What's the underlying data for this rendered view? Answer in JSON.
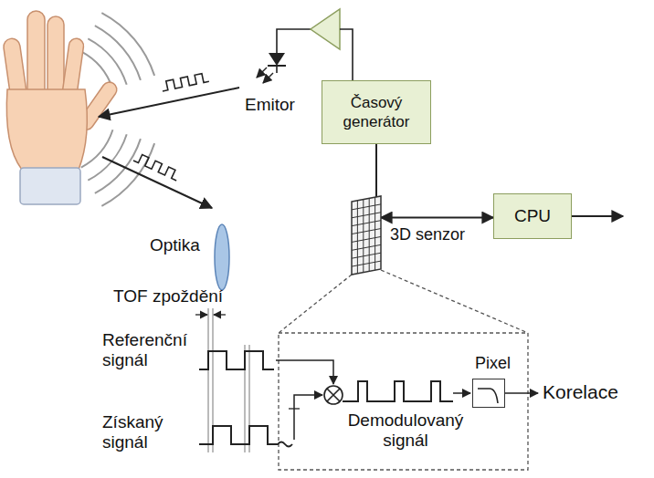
{
  "diagram": {
    "nodes": [
      {
        "text": [
          "Časový generátor"
        ]
      },
      {
        "text": [
          "3D senzor"
        ]
      },
      {
        "text": [
          "CPU"
        ]
      },
      {
        "text": [
          "Pixel"
        ]
      }
    ],
    "edges": [
      {
        "from": 0,
        "to": 1,
        "arrow": "none"
      },
      {
        "from": 1,
        "to": 2,
        "arrow": "both"
      }
    ],
    "labels": [
      "Emitor",
      "Optika",
      "TOF zpoždění",
      "Referenční signál",
      "Získaný signál",
      "Demodulovaný signál",
      "Korelace"
    ]
  }
}
